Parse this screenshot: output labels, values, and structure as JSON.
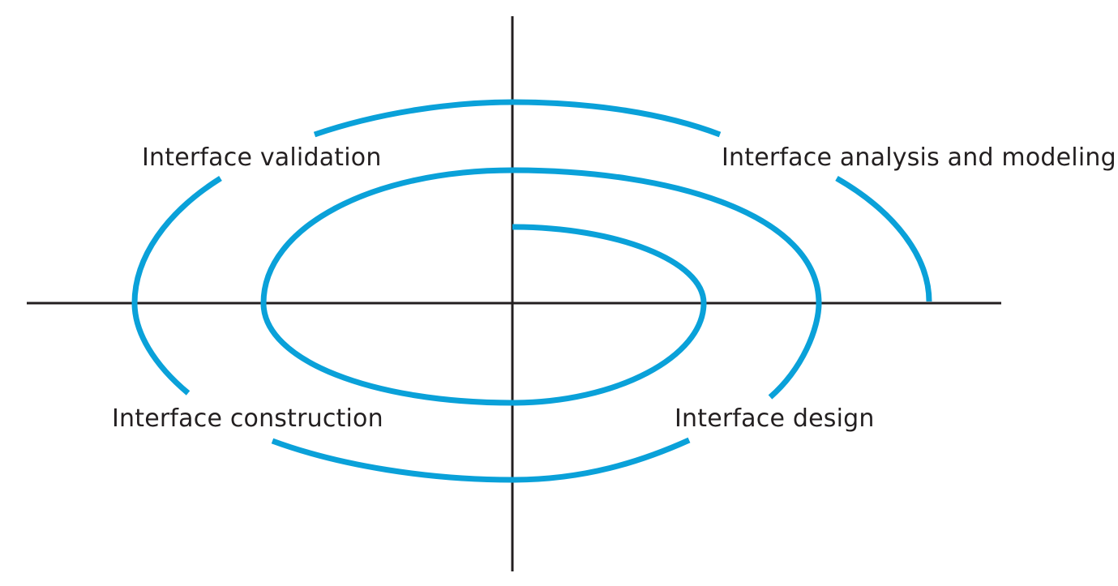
{
  "colors": {
    "spiral": "#0aa1d9",
    "axis": "#231f20",
    "text": "#231f20",
    "background": "#ffffff"
  },
  "quadrants": {
    "validation": "Interface validation",
    "analysis": "Interface analysis and modeling",
    "construction": "Interface construction",
    "design": "Interface design"
  }
}
